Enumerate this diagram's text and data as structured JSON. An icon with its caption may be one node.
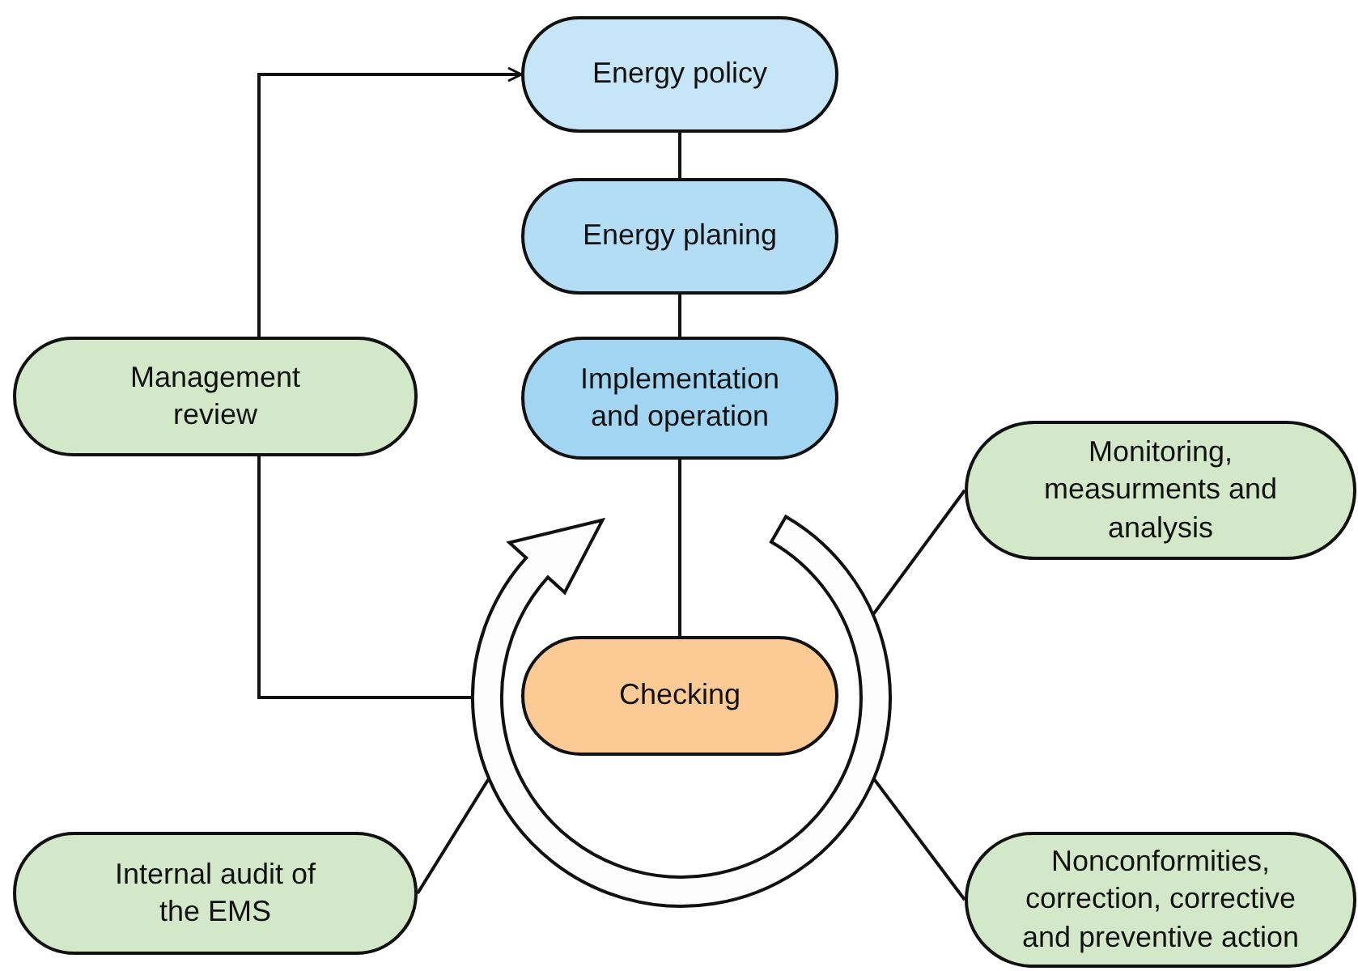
{
  "diagram": {
    "nodes": [
      {
        "text": [
          "Energy policy"
        ]
      },
      {
        "text": [
          "Energy planing"
        ]
      },
      {
        "text": [
          "Implementation and operation"
        ]
      },
      {
        "text": [
          "Management review"
        ]
      },
      {
        "text": [],
        "shape": "circle"
      },
      {
        "text": [
          "Checking"
        ],
        "in": 4
      },
      {
        "text": [
          "Monitoring, measurments and analysis"
        ]
      },
      {
        "text": [
          "Internal audit of the EMS"
        ]
      },
      {
        "text": [
          "Nonconformities, correction, corrective and preventive action"
        ]
      }
    ],
    "edges": [
      {
        "from": 3,
        "to": 0,
        "arrow": "to"
      },
      {
        "from": 0,
        "to": 1,
        "arrow": "none"
      },
      {
        "from": 1,
        "to": 2,
        "arrow": "none"
      },
      {
        "from": 2,
        "to": 5,
        "arrow": "none"
      },
      {
        "from": 3,
        "to": 4,
        "arrow": "none"
      },
      {
        "from": 6,
        "to": 4,
        "arrow": "none"
      },
      {
        "from": 7,
        "to": 4,
        "arrow": "none"
      },
      {
        "from": 8,
        "to": 4,
        "arrow": "none"
      }
    ]
  }
}
